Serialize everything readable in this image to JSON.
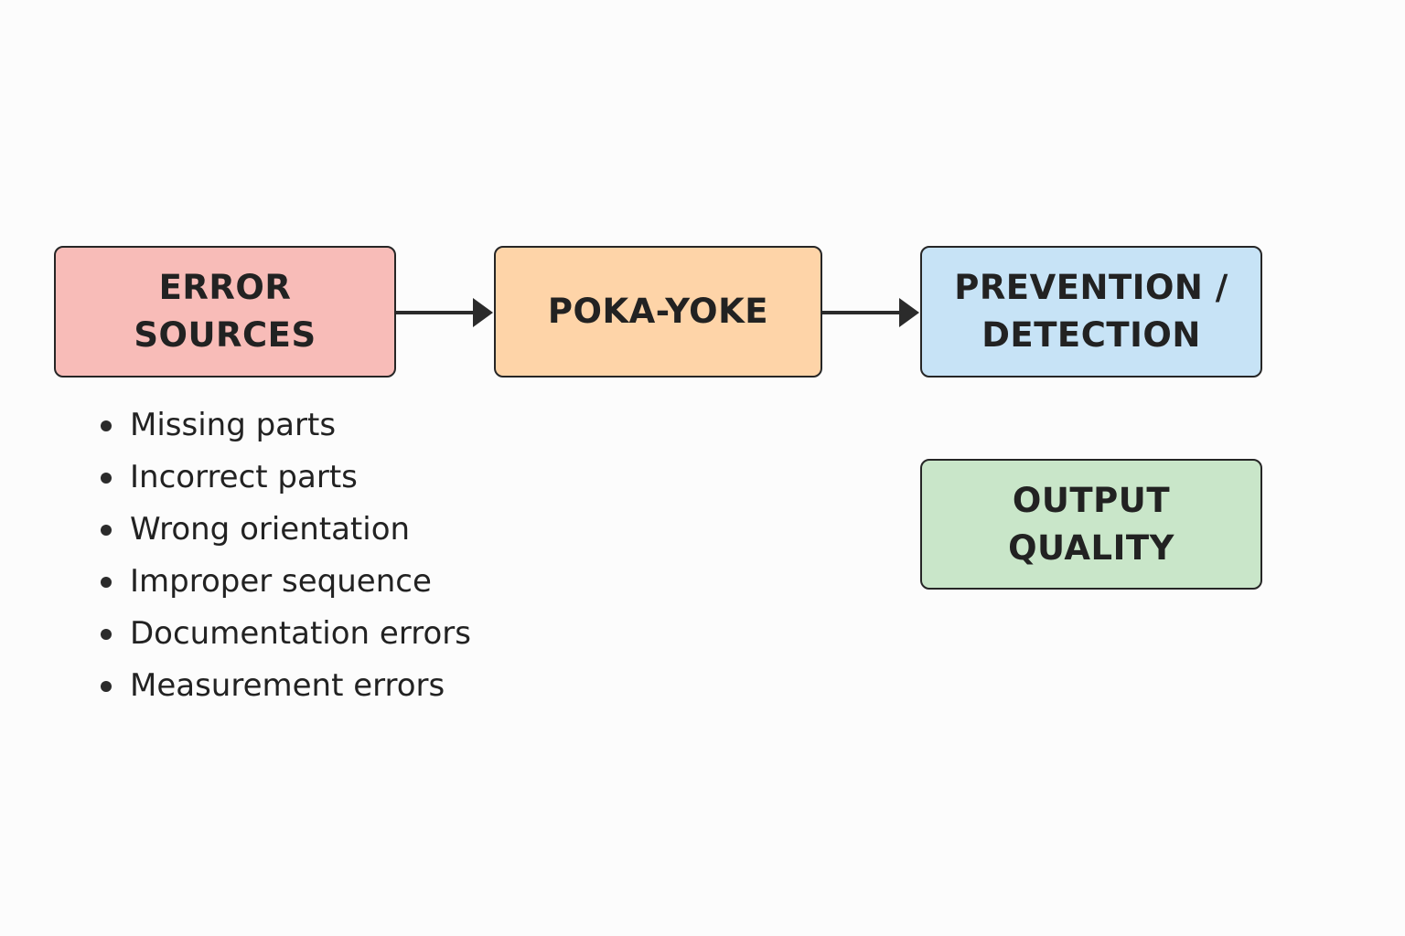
{
  "colors": {
    "error_sources": "#f8bcb8",
    "poka_yoke": "#fed4a8",
    "prevention_detection": "#c7e3f6",
    "output_quality": "#c9e6c9",
    "border": "#262626",
    "arrow": "#2b2b2b"
  },
  "boxes": {
    "error_sources": {
      "line1": "ERROR",
      "line2": "SOURCES"
    },
    "poka_yoke": {
      "line1": "POKA-YOKE"
    },
    "prevention_detection": {
      "line1": "PREVENTION /",
      "line2": "DETECTION"
    },
    "output_quality": {
      "line1": "OUTPUT",
      "line2": "QUALITY"
    }
  },
  "error_list": [
    "Missing parts",
    "Incorrect parts",
    "Wrong orientation",
    "Improper sequence",
    "Documentation errors",
    "Measurement errors"
  ]
}
